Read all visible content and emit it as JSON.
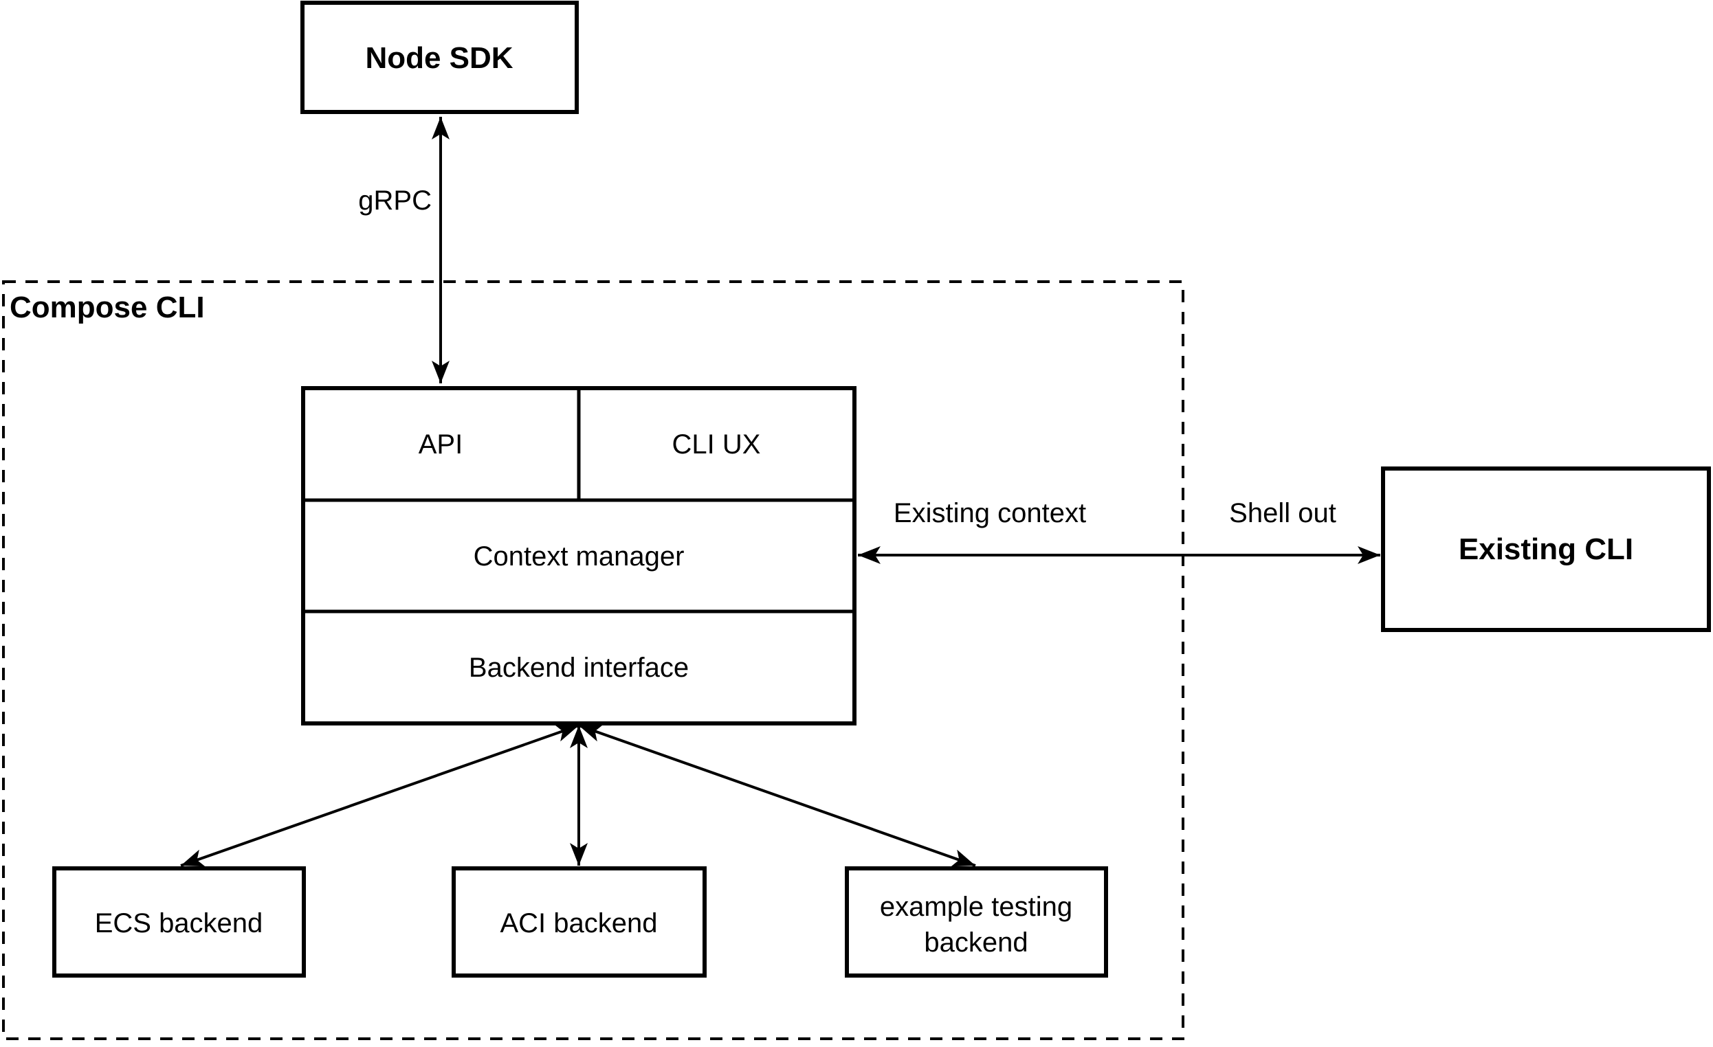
{
  "diagram": {
    "node_sdk": {
      "label": "Node SDK"
    },
    "grpc_edge": {
      "label": "gRPC"
    },
    "compose_cli_container": {
      "label": "Compose CLI"
    },
    "cli_stack": {
      "api": "API",
      "cli_ux": "CLI UX",
      "context_manager": "Context manager",
      "backend_interface": "Backend interface"
    },
    "existing_context_edge": {
      "label": "Existing context"
    },
    "shell_out_edge": {
      "label": "Shell out"
    },
    "existing_cli": {
      "label": "Existing CLI"
    },
    "ecs_backend": {
      "label": "ECS backend"
    },
    "aci_backend": {
      "label": "ACI backend"
    },
    "example_backend": {
      "lines": [
        "example testing",
        "backend"
      ]
    }
  },
  "colors": {
    "ink": "#000000",
    "paper": "#ffffff"
  }
}
